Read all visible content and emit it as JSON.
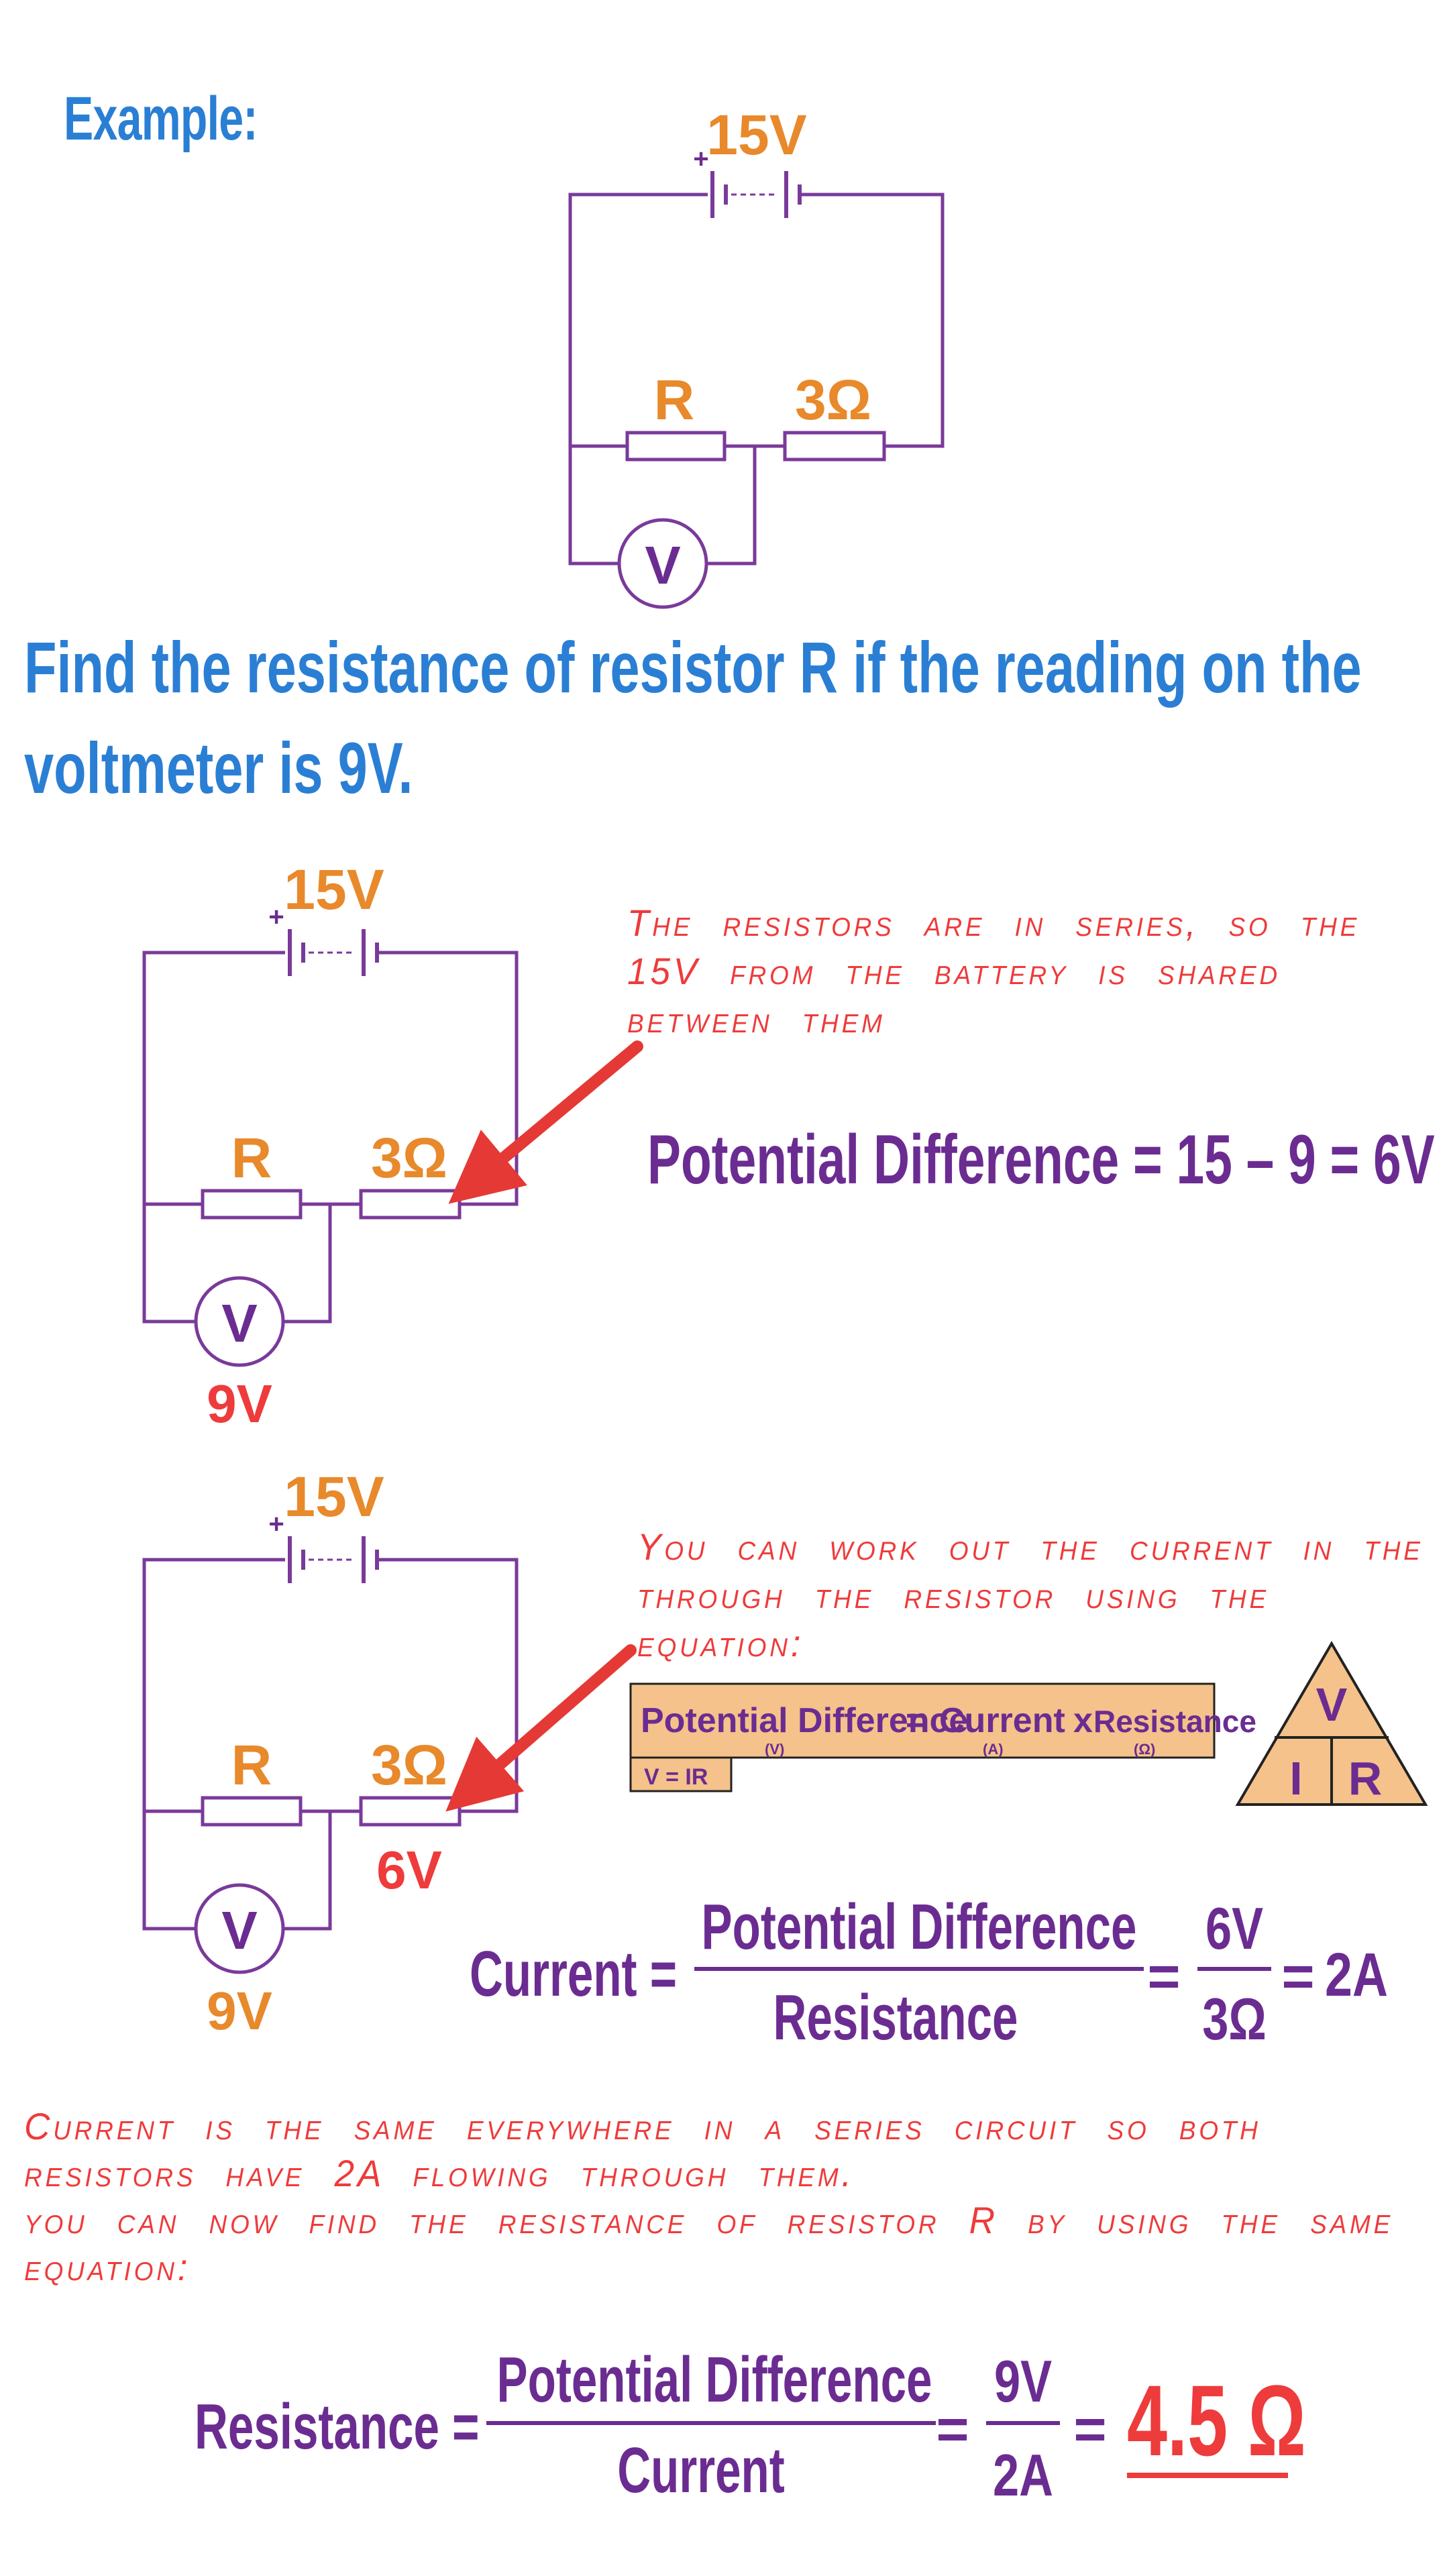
{
  "title": "Example:",
  "question": "Find the resistance of resistor R if the reading on the voltmeter is 9V.",
  "colors": {
    "blue": "#2a7fd4",
    "purple": "#6b2c91",
    "orange": "#e8892b",
    "red": "#ee3b3b",
    "wire": "#7a3a9a"
  },
  "circuit": {
    "battery_label": "15V",
    "plus_sign": "+",
    "r_label": "R",
    "r2_label": "3Ω",
    "voltmeter_symbol": "V",
    "voltmeter_reading": "9V",
    "r2_voltage": "6V"
  },
  "notes": {
    "series_shared": "The resistors are in series, so the 15V from the battery is shared between them",
    "current_equation": "You can work out the current in the through the resistor using the equation:",
    "same_current": "Current is the same everywhere in a series circuit so both resistors have 2A flowing through them.",
    "same_equation": "you can now find the resistance of resistor R by using the same equation:"
  },
  "pd_equation": "Potential Difference = 15 – 9 = 6V",
  "formula_box": {
    "pd": "Potential Difference",
    "pd_unit": "(V)",
    "equals": "=",
    "current": "Current",
    "current_unit": "(A)",
    "times": "x",
    "resistance": "Resistance",
    "resistance_unit": "(Ω)",
    "short": "V = IR"
  },
  "triangle": {
    "top": "V",
    "left": "I",
    "right": "R"
  },
  "current_eq": {
    "lhs": "Current =",
    "num": "Potential Difference",
    "den": "Resistance",
    "eq1": "=",
    "num2": "6V",
    "den2": "3Ω",
    "eq2": "=",
    "result": "2A"
  },
  "resistance_eq": {
    "lhs": "Resistance =",
    "num": "Potential Difference",
    "den": "Current",
    "eq1": "=",
    "num2": "9V",
    "den2": "2A",
    "eq2": "=",
    "result": "4.5 Ω"
  }
}
